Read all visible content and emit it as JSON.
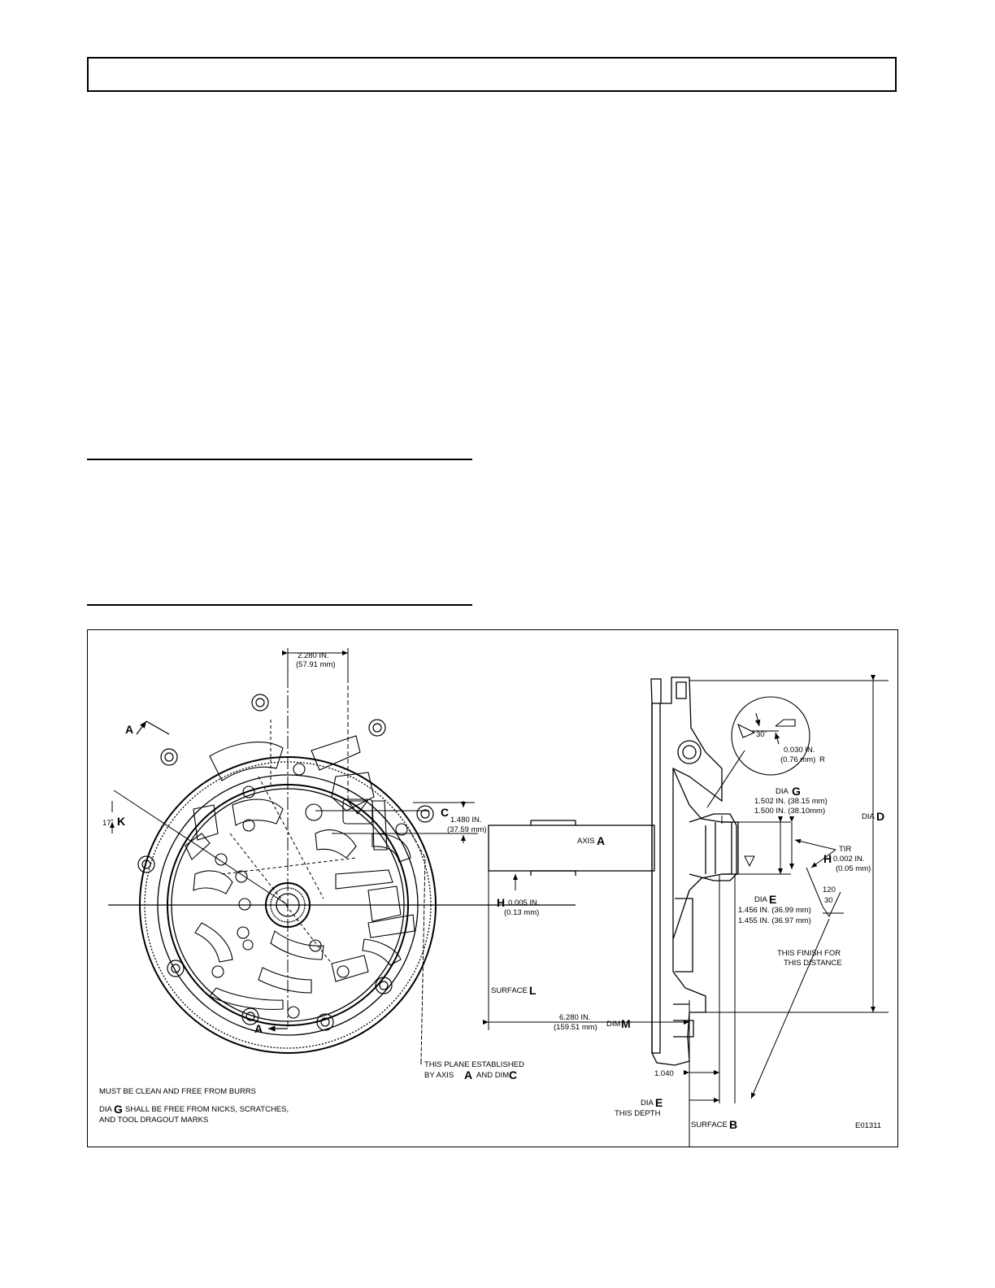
{
  "figure": {
    "id": "E01311",
    "dim_2280": [
      "2.280 IN.",
      "(57.91 mm)"
    ],
    "dim_1480": [
      "1.480 IN.",
      "(37.59 mm)"
    ],
    "angle_17": "17˚",
    "letter_K": "K",
    "letter_C": "C",
    "section_a_top": "A",
    "section_a_bottom": "A",
    "axis_a": "AXIS",
    "axis_a_letter": "A",
    "h_005": [
      "0.005 IN.",
      "(0.13 mm)"
    ],
    "letter_H": "H",
    "surface_l": "SURFACE",
    "surface_l_letter": "L",
    "dim_6280": [
      "6.280 IN.",
      "(159.51 mm)"
    ],
    "dim_m": "DIM",
    "dim_m_letter": "M",
    "plane_note": [
      "THIS PLANE ESTABLISHED",
      "BY AXIS",
      "AND DIM"
    ],
    "plane_letters": [
      "A",
      "C"
    ],
    "clean_note": "MUST BE CLEAN AND FREE FROM BURRS",
    "dia_g_note": [
      "DIA",
      "G",
      "SHALL BE FREE FROM NICKS, SCRATCHES,",
      "AND TOOL DRAGOUT MARKS"
    ],
    "chamfer_30": "30˚",
    "chamfer_r": [
      "0.030 IN.",
      "(0.76 mm)",
      "R"
    ],
    "dia_g": [
      "DIA",
      "G",
      "1.502 IN.  (38.15 mm)",
      "1.500 IN.  (38.10mm)"
    ],
    "dia_d": [
      "DIA",
      "D"
    ],
    "tir": [
      "TIR",
      "H",
      "0.002 IN.",
      "(0.05 mm)"
    ],
    "dia_e": [
      "DIA",
      "E",
      "1.456 IN.  (36.99 mm)",
      "1.455 IN.  (36.97 mm)"
    ],
    "finish": [
      "120",
      "30"
    ],
    "finish_note": [
      "THIS FINISH FOR",
      "THIS DISTANCE"
    ],
    "dim_1040": "1.040",
    "dia_e_depth": [
      "DIA",
      "E",
      "THIS DEPTH"
    ],
    "surface_b": [
      "SURFACE",
      "B"
    ]
  }
}
